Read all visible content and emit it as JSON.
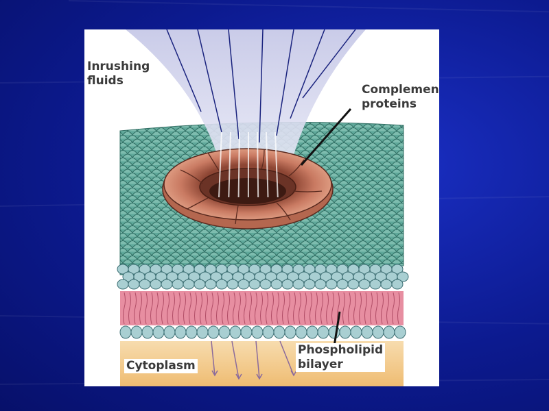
{
  "figure": {
    "labels": {
      "inrushing_fluids": "Inrushing\nfluids",
      "complement_proteins": "Complement\nproteins",
      "cytoplasm": "Cytoplasm",
      "phospholipid_bilayer": "Phospholipid\nbilayer"
    }
  },
  "colors": {
    "slide_background": "#0c1a8f",
    "membrane_surface": "#5fa89a",
    "lipid_heads": "#a9cfd2",
    "lipid_tails": "#e78ea1",
    "complement_ring": "#c97a62",
    "fluid_stream": "#c9cbe8",
    "cytoplasm": "#f2c98a"
  }
}
